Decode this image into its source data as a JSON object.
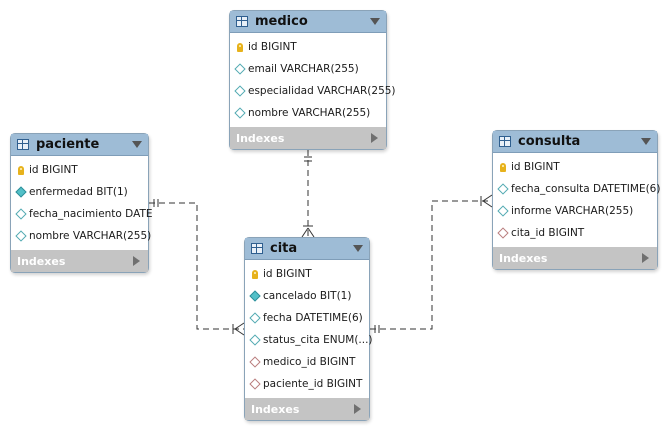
{
  "tables": {
    "medico": {
      "name": "medico",
      "columns": [
        {
          "text": "id BIGINT",
          "icon": "primary-key-icon"
        },
        {
          "text": "email VARCHAR(255)",
          "icon": "column-nullable-icon"
        },
        {
          "text": "especialidad VARCHAR(255)",
          "icon": "column-nullable-icon"
        },
        {
          "text": "nombre VARCHAR(255)",
          "icon": "column-nullable-icon"
        }
      ],
      "indexes_label": "Indexes"
    },
    "paciente": {
      "name": "paciente",
      "columns": [
        {
          "text": "id BIGINT",
          "icon": "primary-key-icon"
        },
        {
          "text": "enfermedad BIT(1)",
          "icon": "column-not-null-icon"
        },
        {
          "text": "fecha_nacimiento DATE",
          "icon": "column-nullable-icon"
        },
        {
          "text": "nombre VARCHAR(255)",
          "icon": "column-nullable-icon"
        }
      ],
      "indexes_label": "Indexes"
    },
    "consulta": {
      "name": "consulta",
      "columns": [
        {
          "text": "id BIGINT",
          "icon": "primary-key-icon"
        },
        {
          "text": "fecha_consulta DATETIME(6)",
          "icon": "column-nullable-icon"
        },
        {
          "text": "informe VARCHAR(255)",
          "icon": "column-nullable-icon"
        },
        {
          "text": "cita_id BIGINT",
          "icon": "foreign-key-icon"
        }
      ],
      "indexes_label": "Indexes"
    },
    "cita": {
      "name": "cita",
      "columns": [
        {
          "text": "id BIGINT",
          "icon": "primary-key-icon"
        },
        {
          "text": "cancelado BIT(1)",
          "icon": "column-not-null-icon"
        },
        {
          "text": "fecha DATETIME(6)",
          "icon": "column-nullable-icon"
        },
        {
          "text": "status_cita ENUM(...)",
          "icon": "column-nullable-icon"
        },
        {
          "text": "medico_id BIGINT",
          "icon": "foreign-key-icon"
        },
        {
          "text": "paciente_id BIGINT",
          "icon": "foreign-key-icon"
        }
      ],
      "indexes_label": "Indexes"
    }
  },
  "relationships": [
    {
      "from": "cita",
      "to": "medico",
      "from_end": "many",
      "to_end": "one"
    },
    {
      "from": "cita",
      "to": "paciente",
      "from_end": "many",
      "to_end": "one"
    },
    {
      "from": "consulta",
      "to": "cita",
      "from_end": "many",
      "to_end": "one"
    }
  ],
  "colors": {
    "header": "#9ebcd6",
    "footer": "#c4c4c4",
    "border": "#8aa3b8",
    "link": "#333333"
  }
}
